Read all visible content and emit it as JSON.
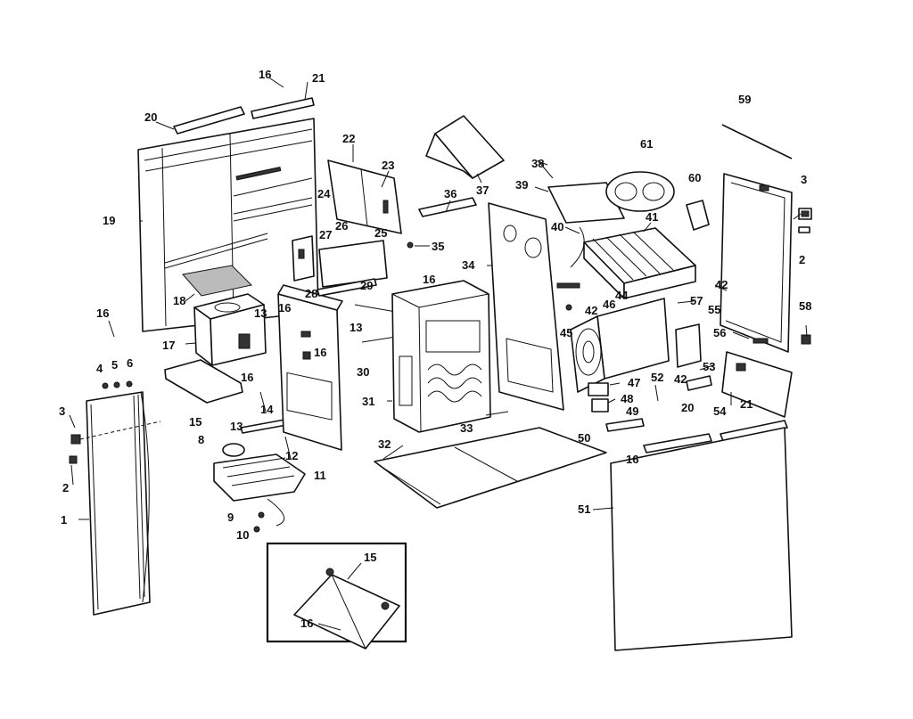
{
  "labels": {
    "l1": "1",
    "l2a": "2",
    "l2b": "2",
    "l3a": "3",
    "l3b": "3",
    "l4": "4",
    "l5": "5",
    "l6": "6",
    "l8": "8",
    "l9": "9",
    "l10": "10",
    "l11": "11",
    "l12": "12",
    "l13a": "13",
    "l13b": "13",
    "l13c": "13",
    "l14": "14",
    "l15a": "15",
    "l15b": "15",
    "l16a": "16",
    "l16b": "16",
    "l16c": "16",
    "l16d": "16",
    "l16e": "16",
    "l16f": "16",
    "l16g": "16",
    "l16h": "16",
    "l17": "17",
    "l18": "18",
    "l19": "19",
    "l20a": "20",
    "l20b": "20",
    "l21a": "21",
    "l21b": "21",
    "l22": "22",
    "l23": "23",
    "l24": "24",
    "l25": "25",
    "l26": "26",
    "l27": "27",
    "l28": "28",
    "l29": "29",
    "l30": "30",
    "l31": "31",
    "l32": "32",
    "l33": "33",
    "l34": "34",
    "l35": "35",
    "l36": "36",
    "l37": "37",
    "l38": "38",
    "l39": "39",
    "l40": "40",
    "l41": "41",
    "l42a": "42",
    "l42b": "42",
    "l42c": "42",
    "l44": "44",
    "l45": "45",
    "l46": "46",
    "l47": "47",
    "l48": "48",
    "l49": "49",
    "l50": "50",
    "l51": "51",
    "l52": "52",
    "l53": "53",
    "l54": "54",
    "l55": "55",
    "l56": "56",
    "l57": "57",
    "l58": "58",
    "l59": "59",
    "l60": "60",
    "l61": "61"
  }
}
